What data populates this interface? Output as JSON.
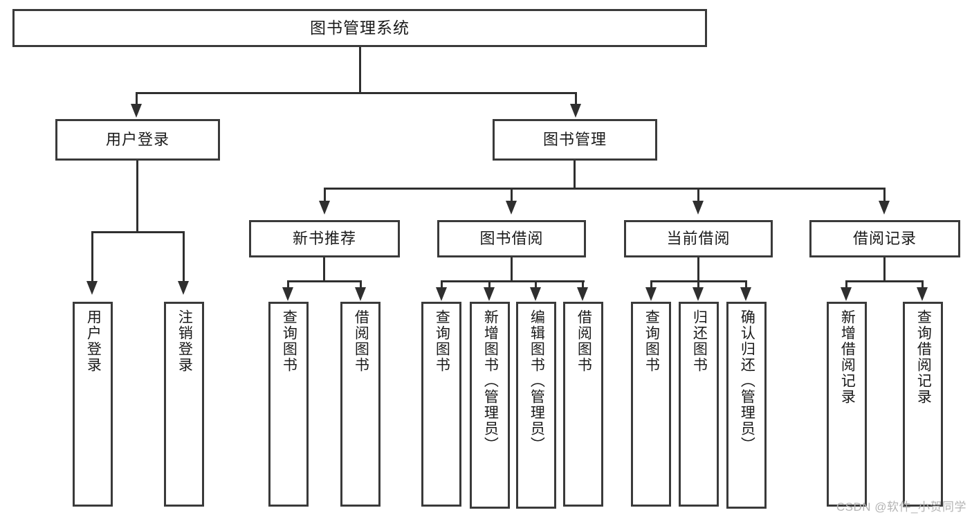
{
  "diagram": {
    "title": "图书管理系统",
    "root": {
      "label": "图书管理系统"
    },
    "branches": [
      {
        "label": "用户登录"
      },
      {
        "label": "图书管理"
      }
    ],
    "level2": [
      {
        "label": "新书推荐"
      },
      {
        "label": "图书借阅"
      },
      {
        "label": "当前借阅"
      },
      {
        "label": "借阅记录"
      }
    ],
    "leaves": {
      "user_login": [
        {
          "label": "用户登录"
        },
        {
          "label": "注销登录"
        }
      ],
      "new_book_recommend": [
        {
          "label": "查询图书"
        },
        {
          "label": "借阅图书"
        }
      ],
      "book_borrow": [
        {
          "label": "查询图书"
        },
        {
          "label": "新增图书（管理员）"
        },
        {
          "label": "编辑图书（管理员）"
        },
        {
          "label": "借阅图书"
        }
      ],
      "current_borrow": [
        {
          "label": "查询图书"
        },
        {
          "label": "归还图书"
        },
        {
          "label": "确认归还（管理员）"
        }
      ],
      "borrow_record": [
        {
          "label": "新增借阅记录"
        },
        {
          "label": "查询借阅记录"
        }
      ]
    }
  },
  "watermark": {
    "text": "CSDN @软件_小贺同学"
  },
  "colors": {
    "border": "#3a3a3a",
    "connector": "#2f2f2f",
    "background": "#ffffff",
    "text": "#1a1a1a",
    "watermark": "#b4b4b4"
  }
}
